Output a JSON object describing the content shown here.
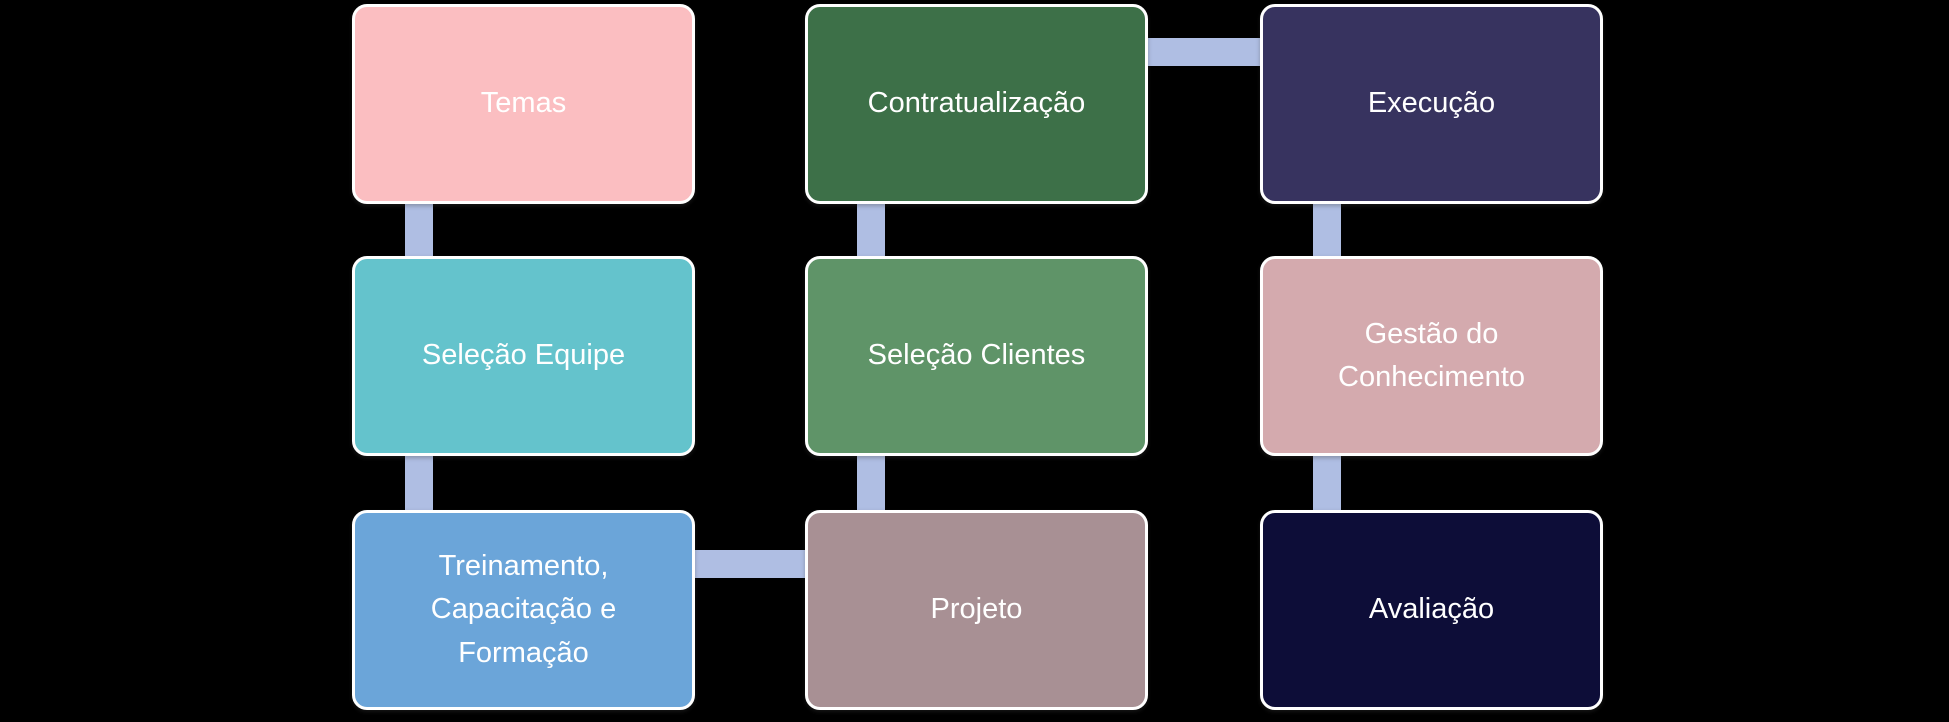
{
  "diagram": {
    "type": "process-flow-smartart",
    "background_color": "#000000",
    "connector_color": "#AFBEE3",
    "node_border_color": "#FFFFFF",
    "node_text_color": "#FFFFFF",
    "nodes": [
      {
        "id": "temas",
        "label": "Temas",
        "color": "#FBBEC1"
      },
      {
        "id": "selecao-equipe",
        "label": "Seleção Equipe",
        "color": "#64C3CC"
      },
      {
        "id": "treinamento",
        "label": "Treinamento, Capacitação e Formação",
        "color": "#6BA5D9"
      },
      {
        "id": "contratualizacao",
        "label": "Contratualização",
        "color": "#3D7048"
      },
      {
        "id": "selecao-clientes",
        "label": "Seleção Clientes",
        "color": "#5F9468"
      },
      {
        "id": "projeto",
        "label": "Projeto",
        "color": "#A89094"
      },
      {
        "id": "execucao",
        "label": "Execução",
        "color": "#37335F"
      },
      {
        "id": "gestao-conhecimento",
        "label": "Gestão do Conhecimento",
        "color": "#D4AAAE"
      },
      {
        "id": "avaliacao",
        "label": "Avaliação",
        "color": "#0D0D38"
      }
    ],
    "connections": [
      [
        "Temas",
        "Seleção Equipe"
      ],
      [
        "Seleção Equipe",
        "Treinamento, Capacitação e Formação"
      ],
      [
        "Treinamento, Capacitação e Formação",
        "Projeto"
      ],
      [
        "Projeto",
        "Seleção Clientes"
      ],
      [
        "Seleção Clientes",
        "Contratualização"
      ],
      [
        "Contratualização",
        "Execução"
      ],
      [
        "Execução",
        "Gestão do Conhecimento"
      ],
      [
        "Gestão do Conhecimento",
        "Avaliação"
      ]
    ]
  }
}
